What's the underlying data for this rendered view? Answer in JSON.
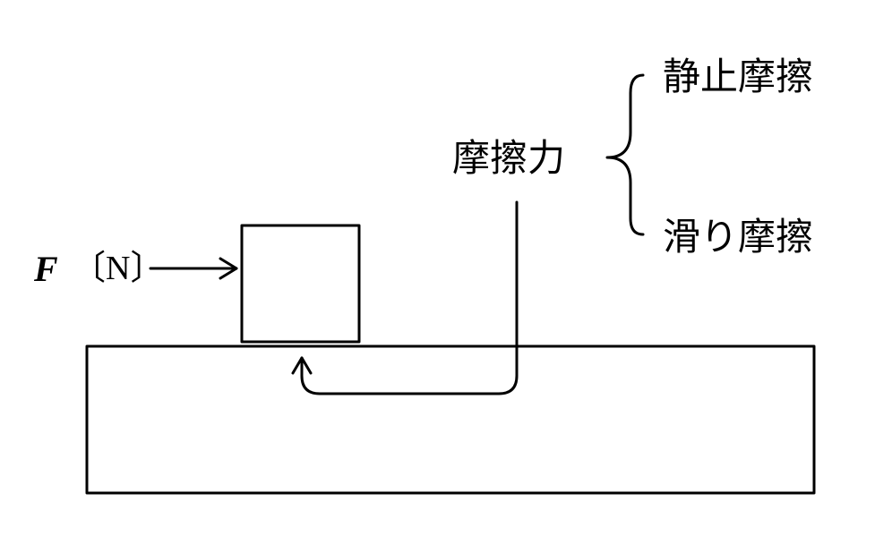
{
  "force": {
    "symbol": "F",
    "unit": "〔N〕"
  },
  "friction": {
    "label": "摩擦力",
    "types": {
      "static": "静止摩擦",
      "kinetic": "滑り摩擦"
    }
  }
}
